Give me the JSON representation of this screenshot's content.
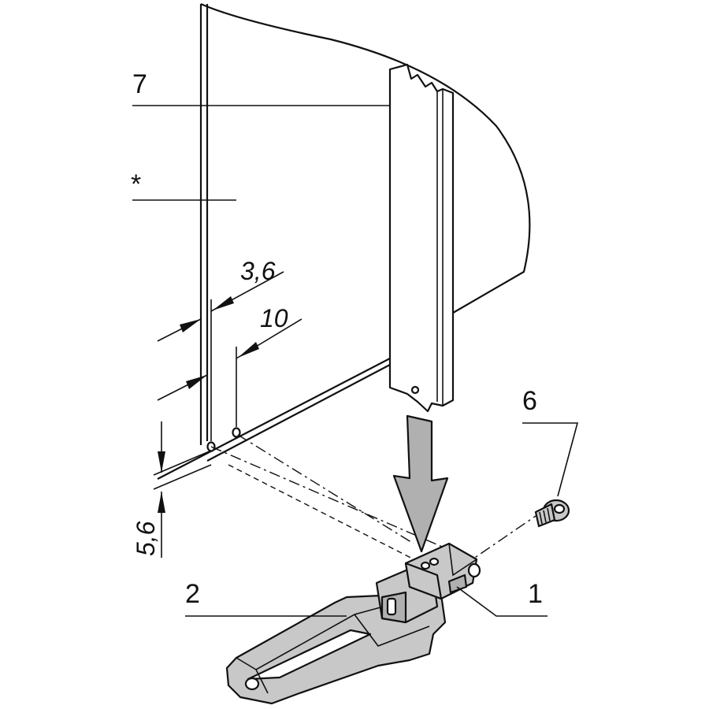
{
  "labels": {
    "item1": "1",
    "item2": "2",
    "item6": "6",
    "item7": "7",
    "asterisk": "*"
  },
  "dimensions": {
    "offset": "3,6",
    "spacing": "10",
    "height": "5,6"
  }
}
